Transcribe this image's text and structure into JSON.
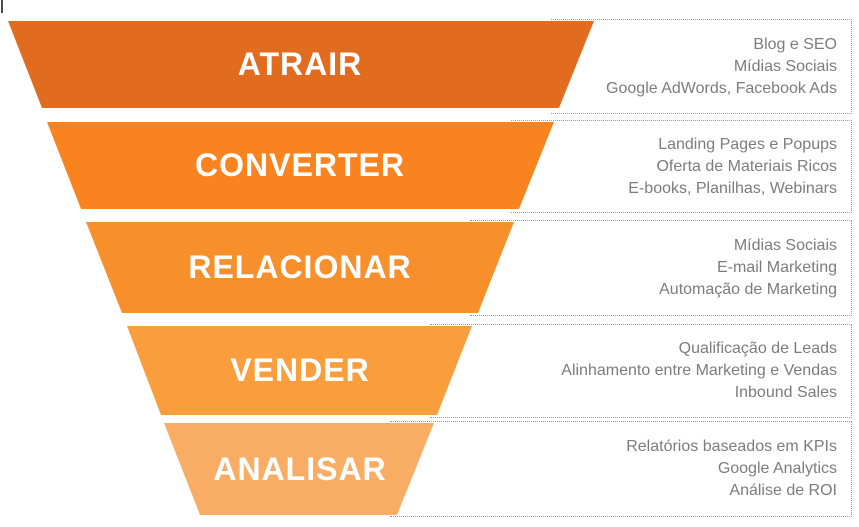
{
  "funnel": {
    "stages": [
      {
        "label": "ATRAIR",
        "color": "#e16c1f",
        "items": [
          "Blog e SEO",
          "Mídias Sociais",
          "Google AdWords, Facebook Ads"
        ]
      },
      {
        "label": "CONVERTER",
        "color": "#f8831f",
        "items": [
          "Landing Pages e Popups",
          "Oferta de Materiais Ricos",
          "E-books, Planilhas, Webinars"
        ]
      },
      {
        "label": "RELACIONAR",
        "color": "#f78f2a",
        "items": [
          "Mídias Sociais",
          "E-mail Marketing",
          "Automação de Marketing"
        ]
      },
      {
        "label": "VENDER",
        "color": "#fa9d3c",
        "items": [
          "Qualificação de Leads",
          "Alinhamento entre Marketing e Vendas",
          "Inbound Sales"
        ]
      },
      {
        "label": "ANALISAR",
        "color": "#f9ad64",
        "items": [
          "Relatórios baseados em KPIs",
          "Google Analytics",
          "Análise de ROI"
        ]
      }
    ],
    "label_color": "#ffffff",
    "note_text_color": "#7c7c7c",
    "dotted_border_color": "#9a9a9a"
  }
}
